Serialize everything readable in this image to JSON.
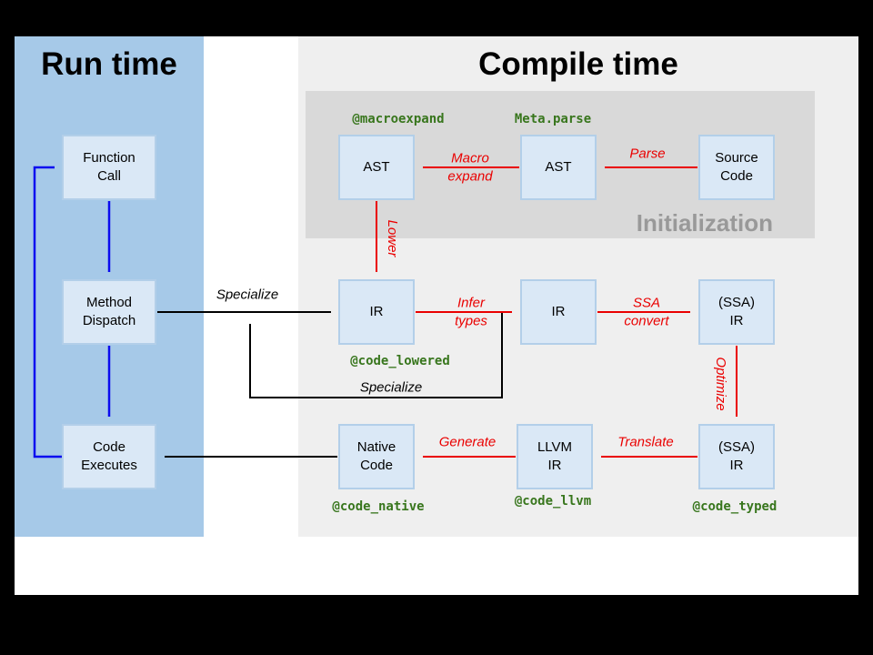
{
  "runtime_panel": {
    "title": "Run time",
    "nodes": {
      "function_call": "Function\nCall",
      "method_dispatch": "Method\nDispatch",
      "code_executes": "Code\nExecutes"
    }
  },
  "compile_panel": {
    "title": "Compile time",
    "initialization": {
      "label": "Initialization",
      "macro_tags": {
        "macroexpand": "@macroexpand",
        "meta_parse": "Meta.parse"
      },
      "nodes": {
        "ast_expanded": "AST",
        "ast_parsed": "AST",
        "source_code": "Source\nCode"
      }
    },
    "nodes": {
      "ir_lowered": "IR",
      "ir_inferred": "IR",
      "ssa_ir_converted": "(SSA)\nIR",
      "ssa_ir_optimized": "(SSA)\nIR",
      "llvm_ir": "LLVM\nIR",
      "native_code": "Native\nCode"
    },
    "macro_tags": {
      "code_lowered": "@code_lowered",
      "code_typed": "@code_typed",
      "code_llvm": "@code_llvm",
      "code_native": "@code_native"
    }
  },
  "edge_labels": {
    "parse": "Parse",
    "macro_expand": "Macro\nexpand",
    "lower": "Lower",
    "infer_types": "Infer\ntypes",
    "ssa_convert": "SSA\nconvert",
    "optimize": "Optimize",
    "translate": "Translate",
    "generate": "Generate",
    "specialize": "Specialize",
    "specialize_loop": "Specialize"
  },
  "colors": {
    "runtime_panel_bg": "#A6C9E8",
    "compile_panel_bg": "#EFEFEF",
    "initialization_bg": "#D9D9D9",
    "initialization_text": "#999999",
    "node_bg": "#DAE8F6",
    "node_border": "#B3CFE9",
    "arrow_red": "#EA0000",
    "arrow_blue": "#0B0BEF",
    "arrow_black": "#000000",
    "macro_tag_green": "#38761D"
  }
}
